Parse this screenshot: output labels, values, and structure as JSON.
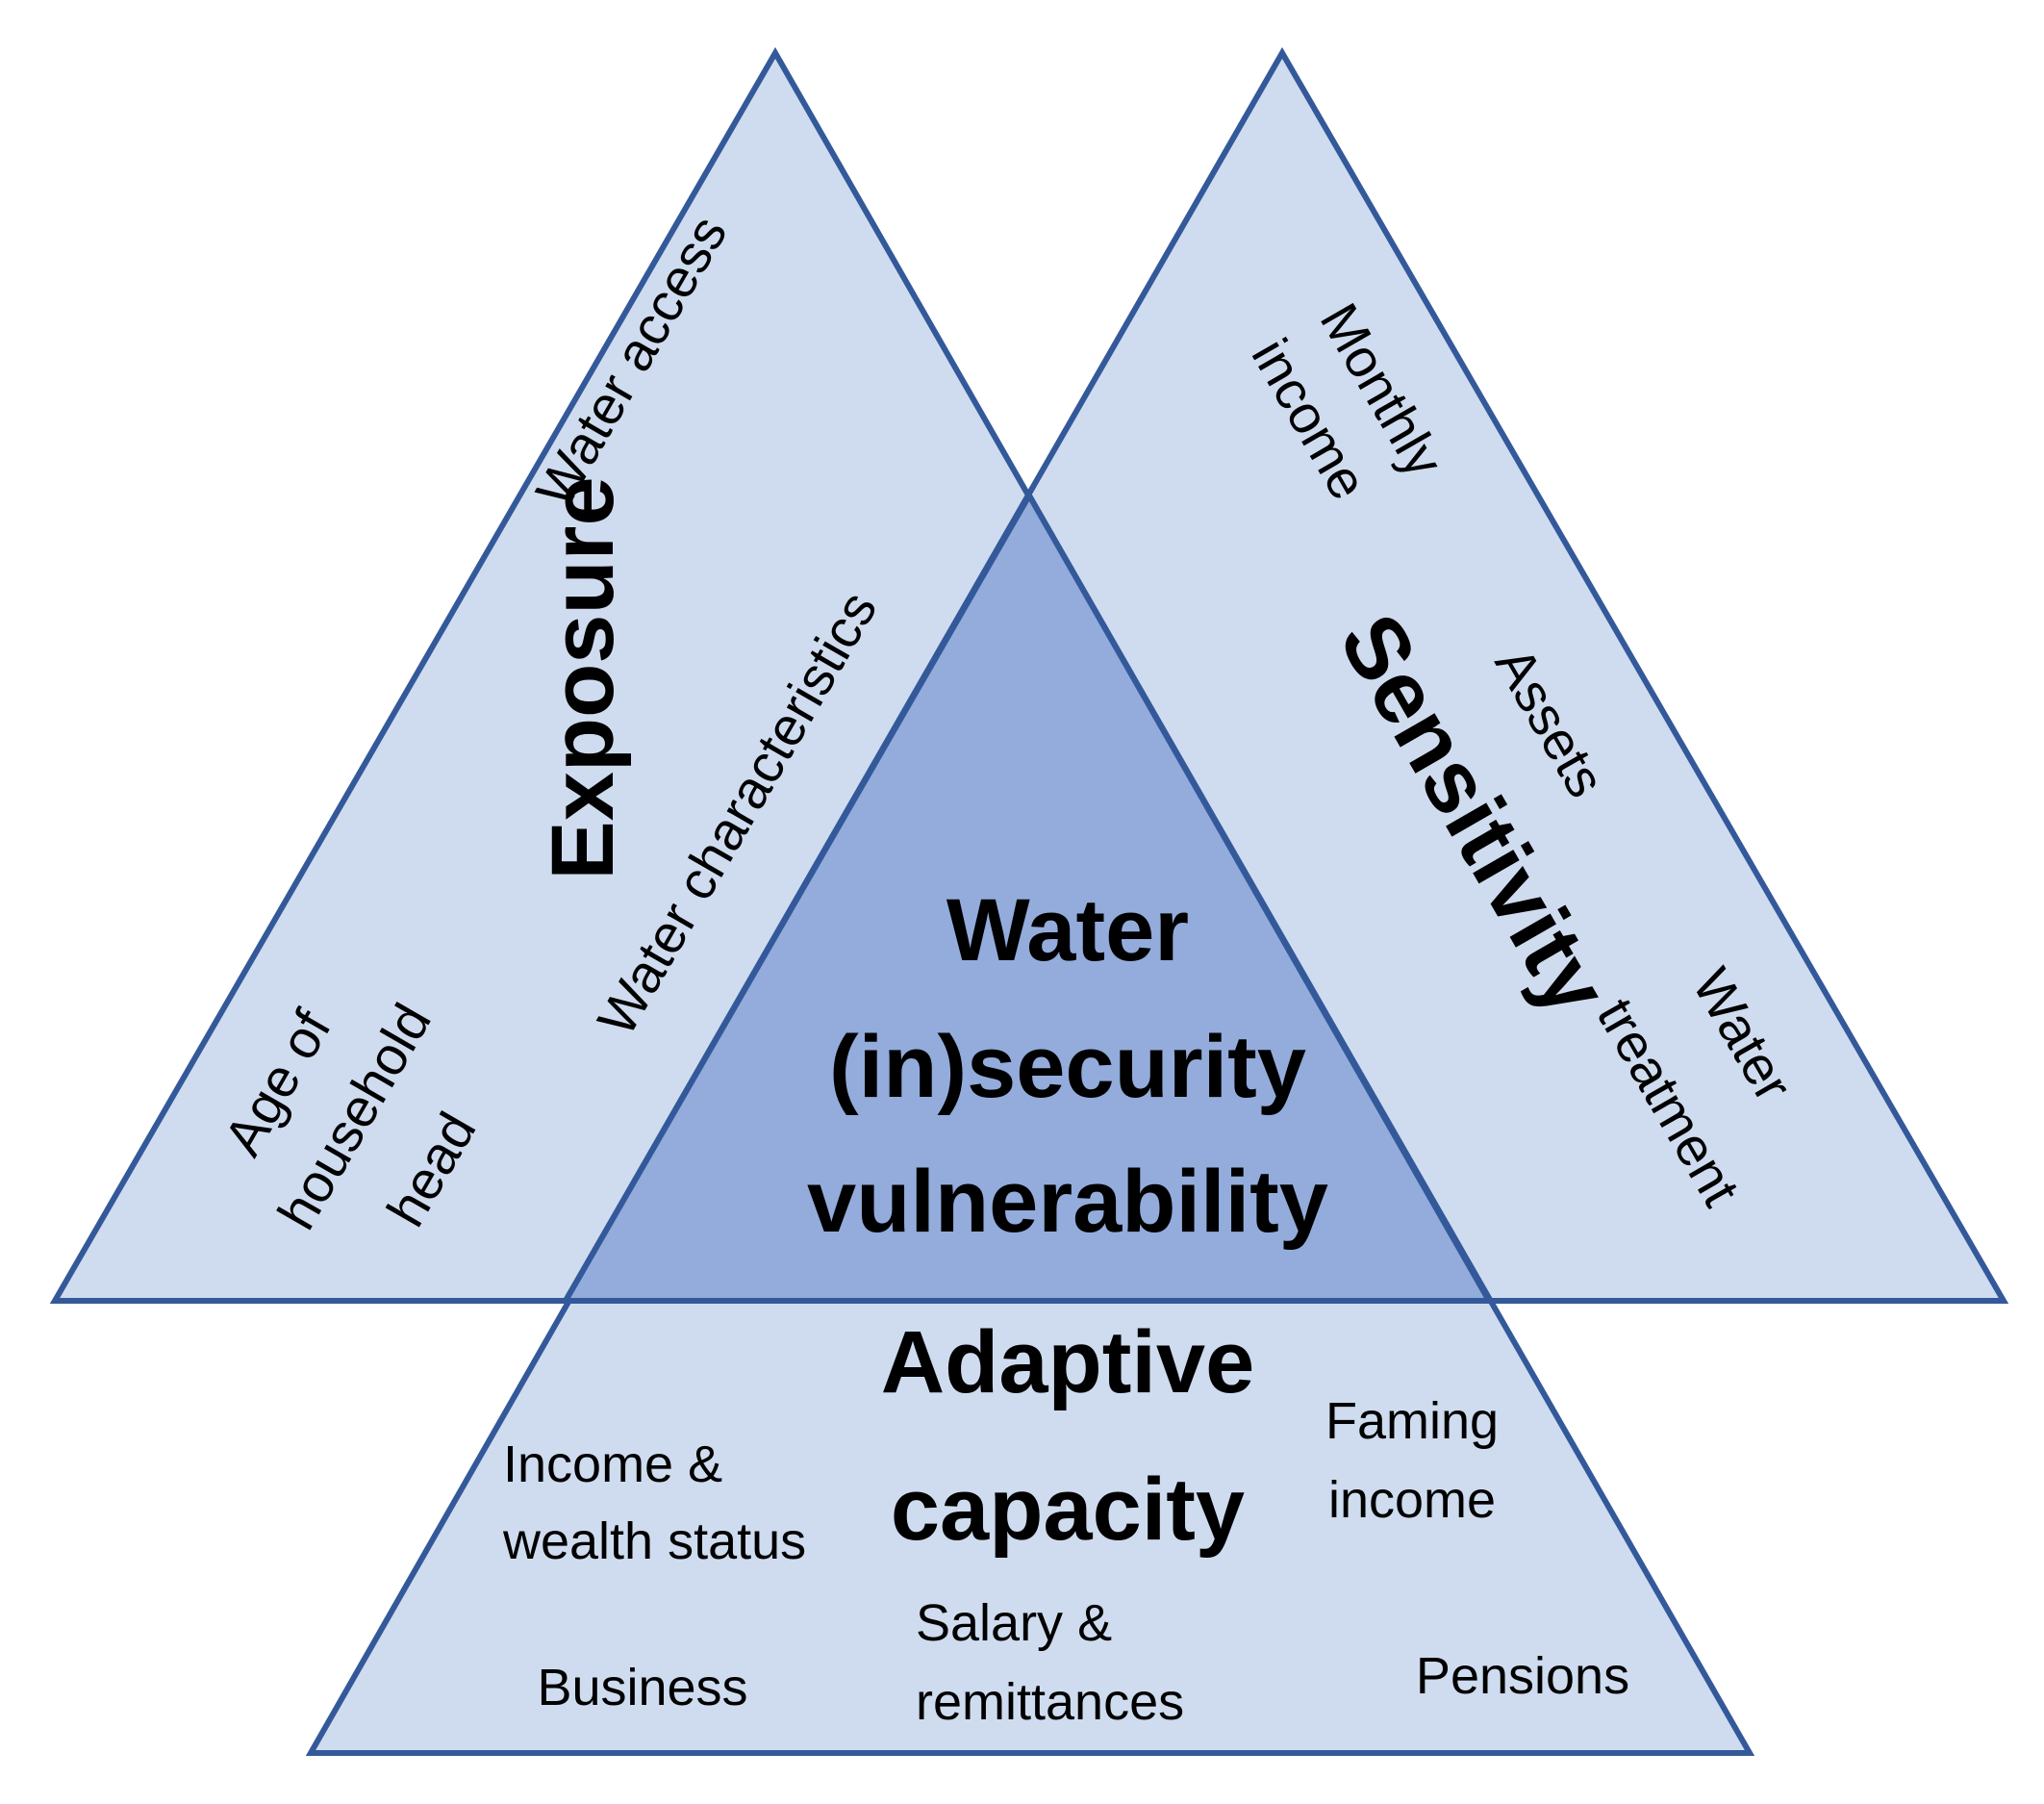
{
  "colors": {
    "outer_fill": "#cfdcef",
    "center_fill": "#93acdc",
    "stroke": "#34599a"
  },
  "center": {
    "line1": "Water",
    "line2": "(in)security",
    "line3": "vulnerability"
  },
  "exposure": {
    "title": "Exposure",
    "water_access": "Water access",
    "water_characteristics": "Water characteristics",
    "age_line1": "Age of",
    "age_line2": "household",
    "age_line3": "head"
  },
  "sensitivity": {
    "title": "Sensitivity",
    "monthly_line1": "Monthly",
    "monthly_line2": "income",
    "assets": "Assets",
    "treatment_line1": "Water",
    "treatment_line2": "treatment"
  },
  "adaptive": {
    "title_line1": "Adaptive",
    "title_line2": "capacity",
    "income_line1": "Income &",
    "income_line2": "wealth status",
    "faming_line1": "Faming",
    "faming_line2": "income",
    "business": "Business",
    "salary_line1": "Salary &",
    "salary_line2": "remittances",
    "pensions": "Pensions"
  }
}
